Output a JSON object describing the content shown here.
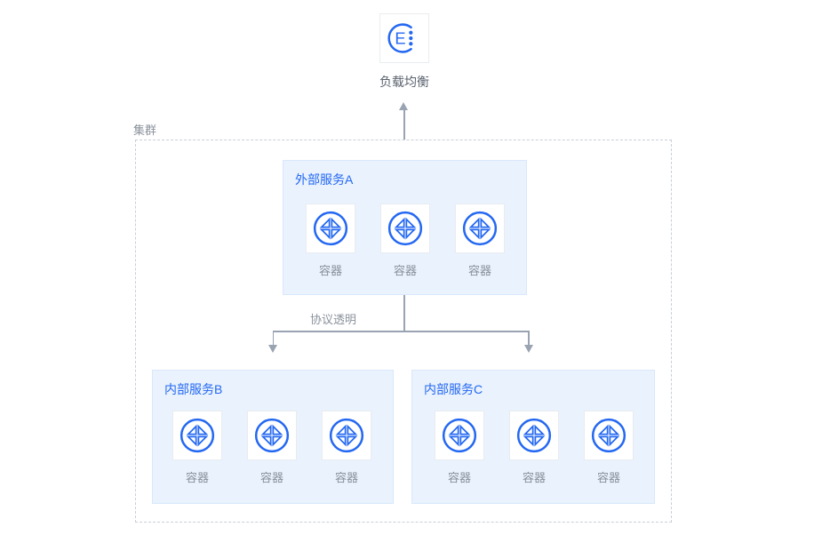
{
  "colors": {
    "accent_blue": "#2468f2",
    "service_box_bg": "#e9f2fd",
    "service_box_border": "#d9e8fb",
    "tile_border": "#e9ecf0",
    "connector_gray": "#9aa3b1",
    "label_gray": "#8b929c",
    "dark_label": "#5a626e",
    "cluster_dash_border": "#c9cfd8"
  },
  "load_balancer": {
    "icon": "load-balancer-icon",
    "label": "负载均衡"
  },
  "cluster": {
    "label": "集群"
  },
  "connector": {
    "protocol_label": "协议透明"
  },
  "services": [
    {
      "title": "外部服务A",
      "containers": [
        {
          "icon": "container-icon",
          "label": "容器"
        },
        {
          "icon": "container-icon",
          "label": "容器"
        },
        {
          "icon": "container-icon",
          "label": "容器"
        }
      ]
    },
    {
      "title": "内部服务B",
      "containers": [
        {
          "icon": "container-icon",
          "label": "容器"
        },
        {
          "icon": "container-icon",
          "label": "容器"
        },
        {
          "icon": "container-icon",
          "label": "容器"
        }
      ]
    },
    {
      "title": "内部服务C",
      "containers": [
        {
          "icon": "container-icon",
          "label": "容器"
        },
        {
          "icon": "container-icon",
          "label": "容器"
        },
        {
          "icon": "container-icon",
          "label": "容器"
        }
      ]
    }
  ]
}
